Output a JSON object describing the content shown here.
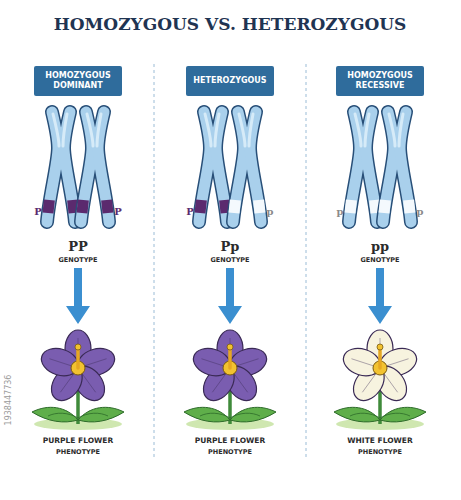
{
  "diagram": {
    "title": "HOMOZYGOUS VS. HETEROZYGOUS",
    "nodes": [
      {
        "text": [
          "HOMOZYGOUS DOMINANT"
        ]
      },
      {
        "text": [
          "HETEROZYGOUS"
        ]
      },
      {
        "text": [
          "HOMOZYGOUS RECESSIVE"
        ]
      }
    ],
    "labels": [
      "P",
      "P",
      "PP",
      "GENOTYPE",
      "P",
      "p",
      "Pp",
      "GENOTYPE",
      "p",
      "p",
      "pp",
      "GENOTYPE",
      "PURPLE FLOWER",
      "PHENOTYPE",
      "PURPLE FLOWER",
      "PHENOTYPE",
      "WHITE FLOWER",
      "PHENOTYPE",
      "1938447736"
    ]
  }
}
